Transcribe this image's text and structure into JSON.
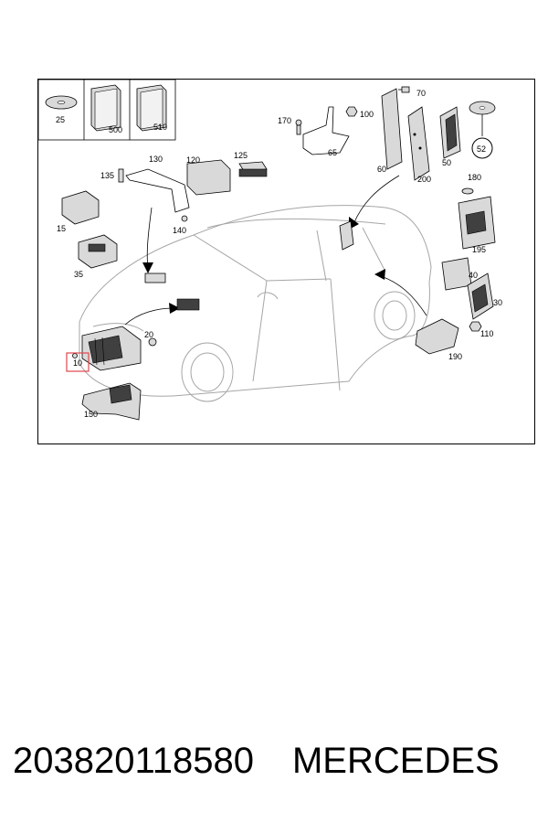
{
  "diagram": {
    "callouts": {
      "c25": "25",
      "c500": "500",
      "c510": "510",
      "c70": "70",
      "c100": "100",
      "c170": "170",
      "c65": "65",
      "c60": "60",
      "c200": "200",
      "c50": "50",
      "c52": "52",
      "c130": "130",
      "c120": "120",
      "c125": "125",
      "c135": "135",
      "c15": "15",
      "c140": "140",
      "c35": "35",
      "c180": "180",
      "c195": "195",
      "c40": "40",
      "c30": "30",
      "c110": "110",
      "c190": "190",
      "c20": "20",
      "c10": "10",
      "c150": "150"
    },
    "highlight_color": "#e0474c"
  },
  "caption": {
    "part_number": "203820118580",
    "brand": "MERCEDES"
  }
}
